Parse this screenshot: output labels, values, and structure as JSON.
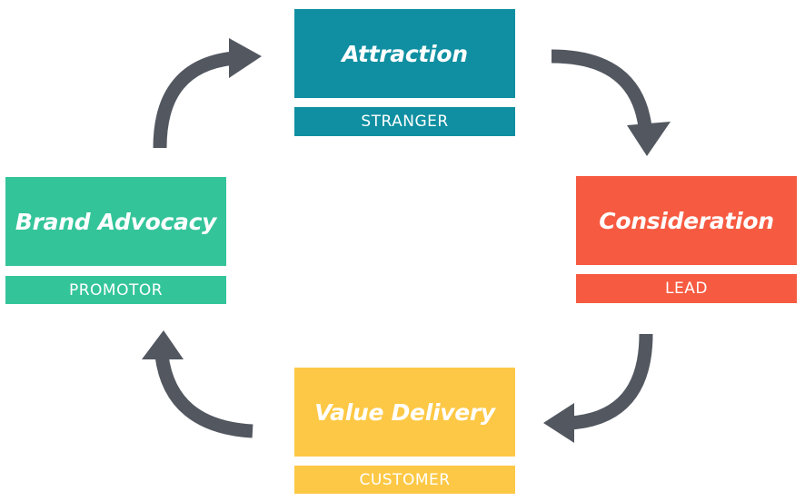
{
  "stages": [
    {
      "id": "attraction",
      "title": "Attraction",
      "role": "STRANGER",
      "color": "#0f8fa1"
    },
    {
      "id": "consideration",
      "title": "Consideration",
      "role": "LEAD",
      "color": "#f65a40"
    },
    {
      "id": "value-delivery",
      "title": "Value Delivery",
      "role": "CUSTOMER",
      "color": "#fdc845"
    },
    {
      "id": "brand-advocacy",
      "title": "Brand Advocacy",
      "role": "PROMOTOR",
      "color": "#34c49a"
    }
  ],
  "arrow_color": "#525760"
}
